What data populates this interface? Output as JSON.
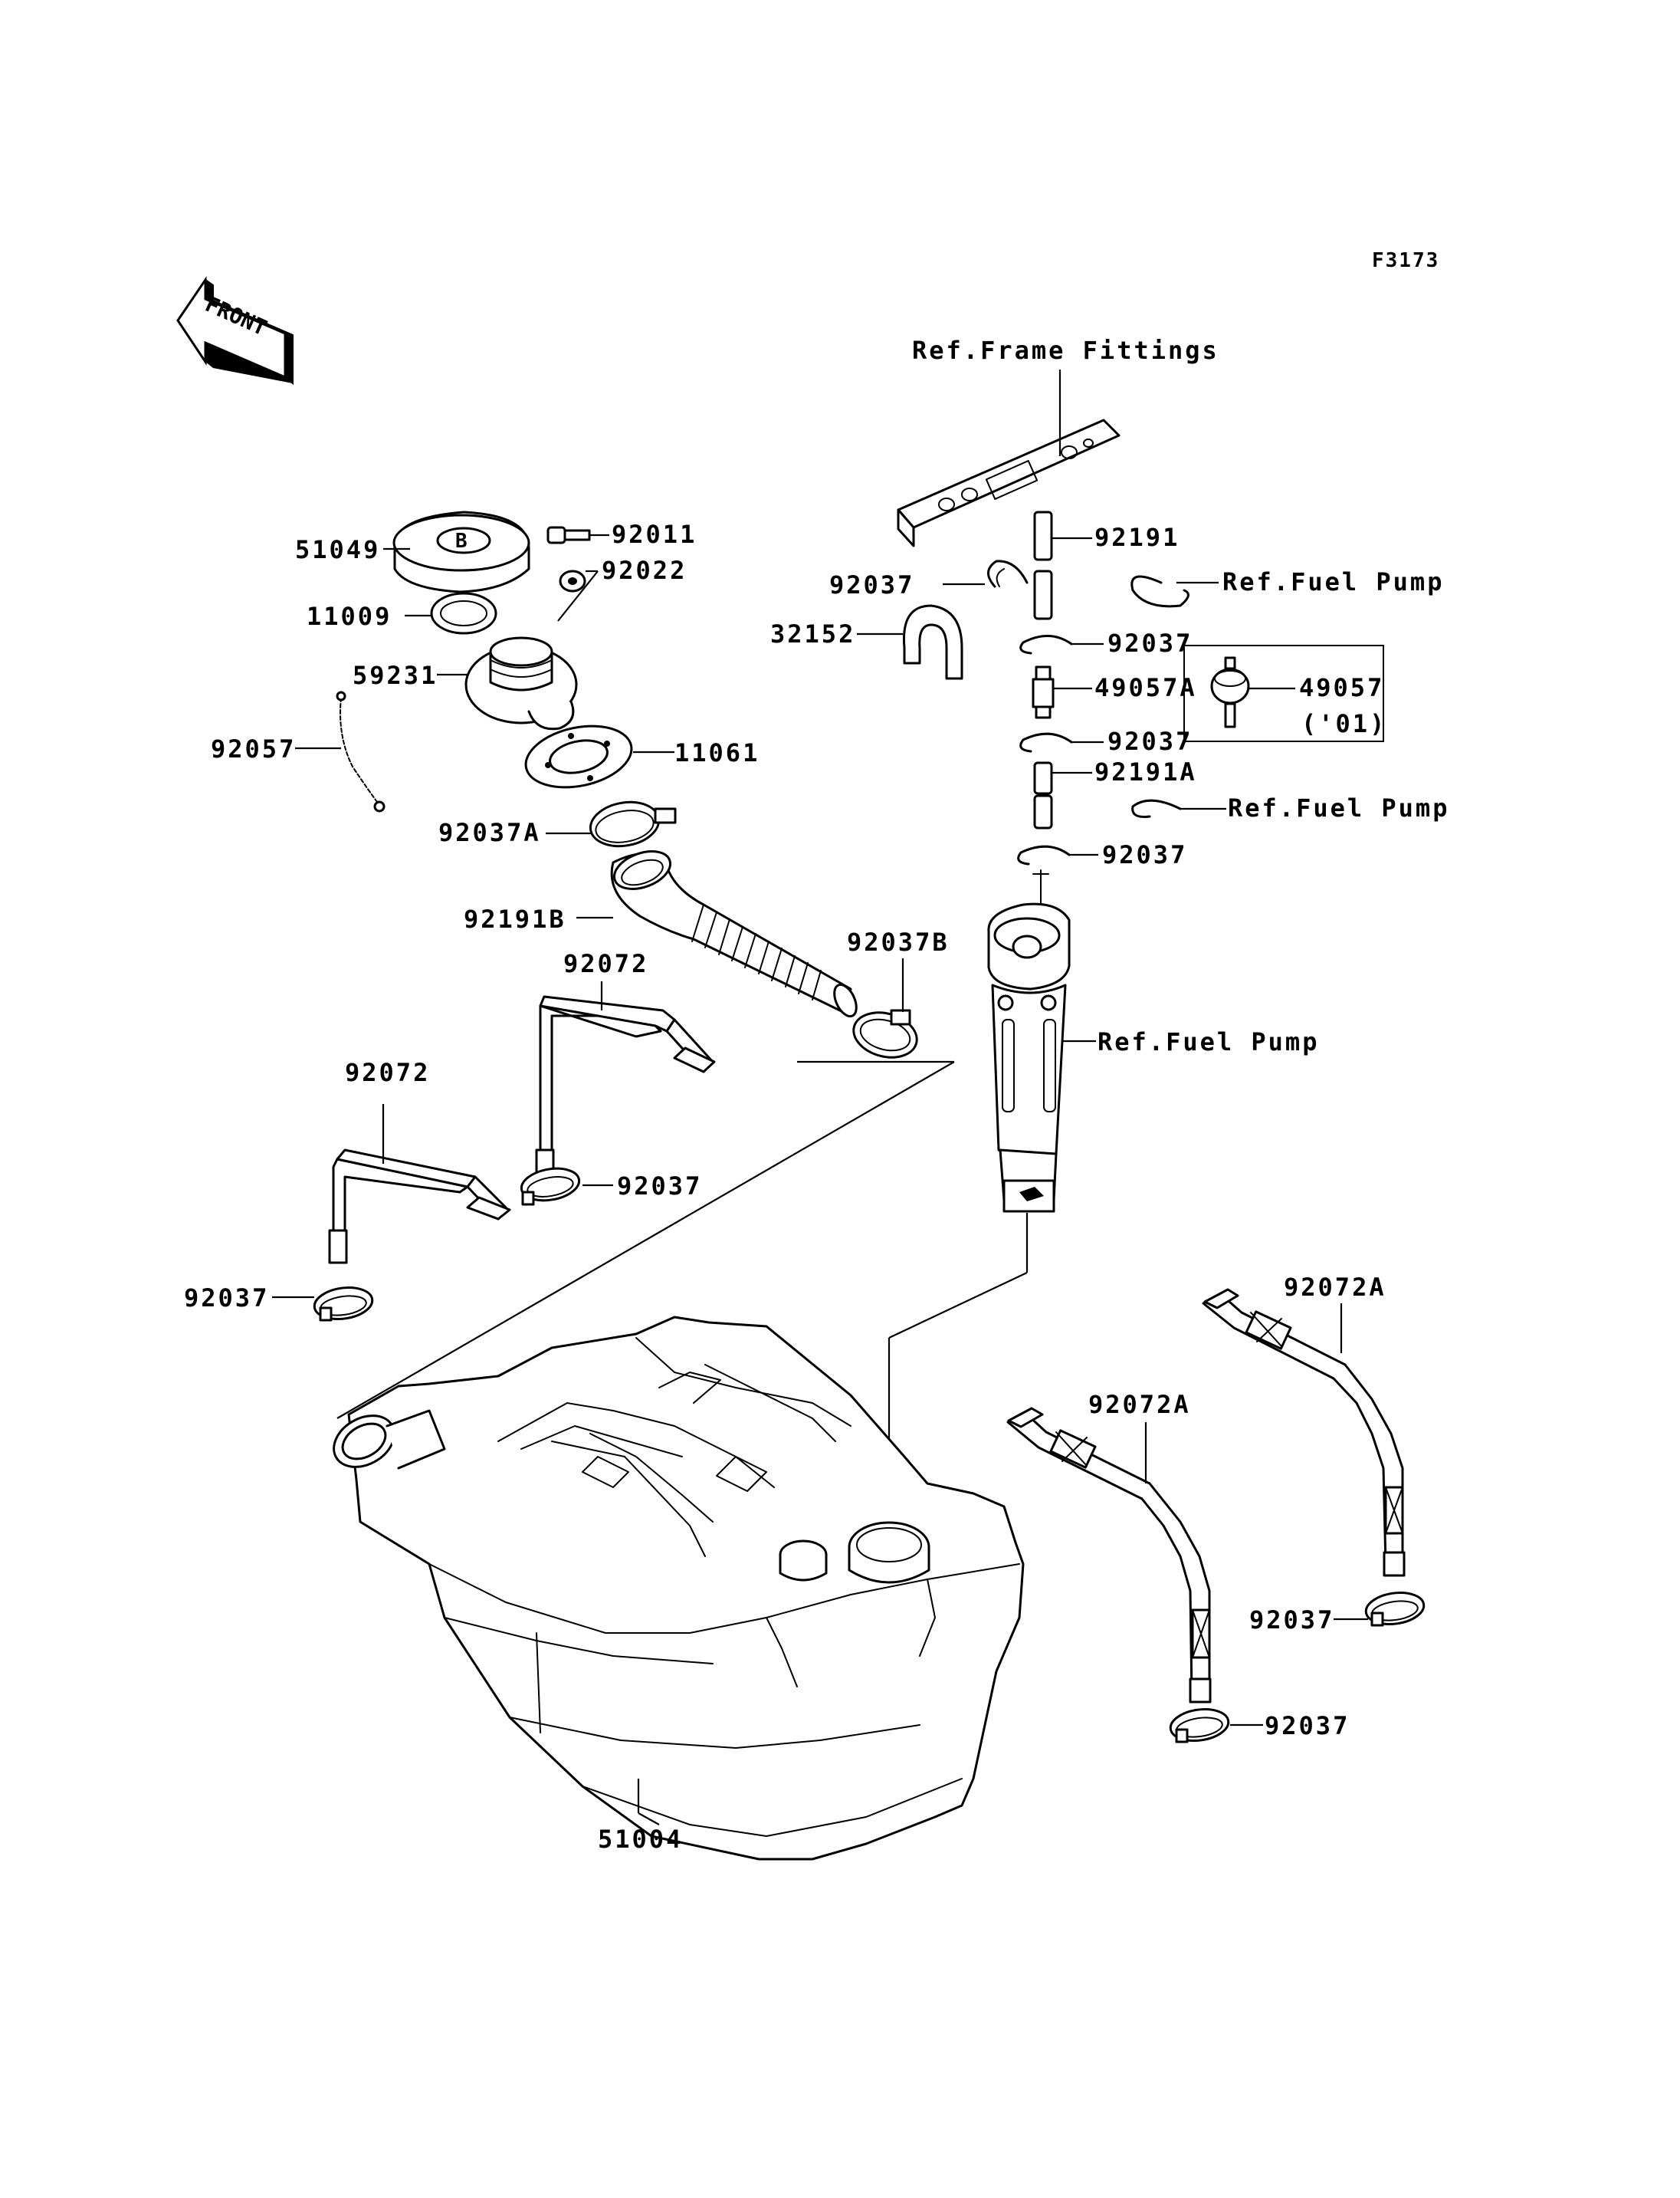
{
  "diagram_code": "F3173",
  "front_badge": "FRONT",
  "callouts": {
    "ref_frame_fittings": "Ref.Frame Fittings",
    "ref_fuel_pump_1": "Ref.Fuel Pump",
    "ref_fuel_pump_2": "Ref.Fuel Pump",
    "ref_fuel_pump_3": "Ref.Fuel Pump",
    "p51049": "51049",
    "p92011": "92011",
    "p92022": "92022",
    "p11009": "11009",
    "p59231": "59231",
    "p92057": "92057",
    "p11061": "11061",
    "p92037A": "92037A",
    "p92191B": "92191B",
    "p92072_a": "92072",
    "p92072_b": "92072",
    "p92037B": "92037B",
    "p92037_strap_a": "92037",
    "p92037_strap_b": "92037",
    "p92191": "92191",
    "p92037_top": "92037",
    "p32152": "32152",
    "p92037_b": "92037",
    "p49057A": "49057A",
    "p49057": "49057",
    "p49057_note": "('01)",
    "p92037_c": "92037",
    "p92191A": "92191A",
    "p92037_d": "92037",
    "p51004": "51004",
    "p92072A_a": "92072A",
    "p92072A_b": "92072A",
    "p92037_r1": "92037",
    "p92037_r2": "92037"
  }
}
